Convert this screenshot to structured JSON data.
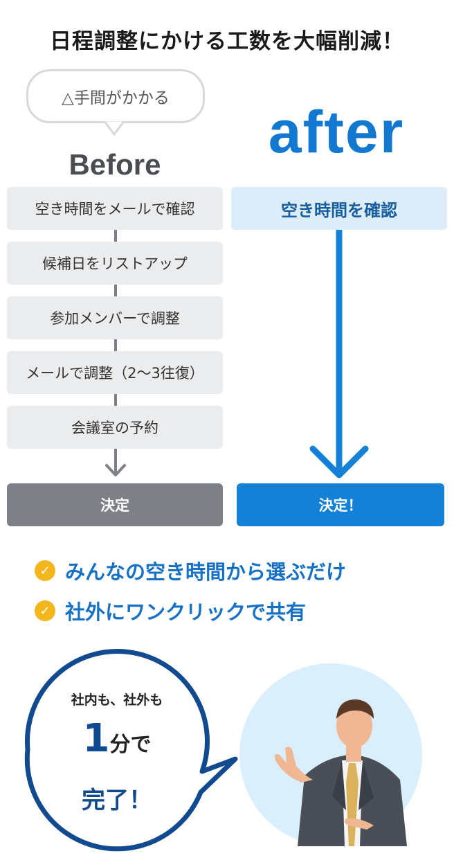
{
  "title": "日程調整にかける工数を大幅削減！",
  "before": {
    "bubble": "△手間がかかる",
    "label": "Before",
    "steps": [
      "空き時間をメールで確認",
      "候補日をリストアップ",
      "参加メンバーで調整",
      "メールで調整（2〜3往復）",
      "会議室の予約"
    ],
    "decide": "決定"
  },
  "after": {
    "label": "after",
    "step": "空き時間を確認",
    "decide": "決定！"
  },
  "features": [
    "みんなの空き時間から選ぶだけ",
    "社外にワンクリックで共有"
  ],
  "speech": {
    "line1": "社内も、社外も",
    "number": "1",
    "unit": "分で",
    "line3": "完了！"
  },
  "colors": {
    "accent_blue": "#1480d6",
    "dark_blue": "#114a8f",
    "check_yellow": "#f3b61c",
    "gray_box": "#ebecee",
    "gray_dark": "#7d8087"
  }
}
